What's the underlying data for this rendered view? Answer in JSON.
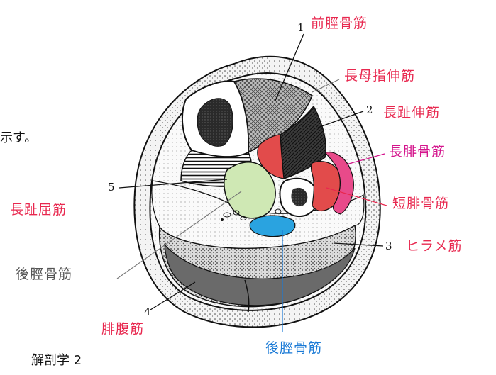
{
  "printed": {
    "top_fragment": "示す。",
    "bottom_fragment": "解剖学 2"
  },
  "numbers": {
    "n1": "1",
    "n2": "2",
    "n3": "3",
    "n4": "4",
    "n5": "5"
  },
  "annotations": {
    "tibialis_anterior": "前脛骨筋",
    "extensor_hallucis_longus": "長母指伸筋",
    "extensor_digitorum_longus": "長趾伸筋",
    "peroneus_longus": "長腓骨筋",
    "peroneus_brevis": "短腓骨筋",
    "soleus": "ヒラメ筋",
    "flexor_digitorum_longus": "長趾屈筋",
    "tibialis_posterior_pencil": "後脛骨筋",
    "gastrocnemius": "腓腹筋",
    "tibialis_posterior_blue": "後脛骨筋"
  },
  "colors": {
    "ink_red": "#e8284f",
    "ink_magenta": "#d4148c",
    "ink_blue": "#1a7ad6",
    "pencil": "#555555",
    "fill_green": "#cfe8b4",
    "fill_blue": "#2aa3e0",
    "fill_pink": "#e84a8a",
    "fill_red": "#e24b4b"
  }
}
